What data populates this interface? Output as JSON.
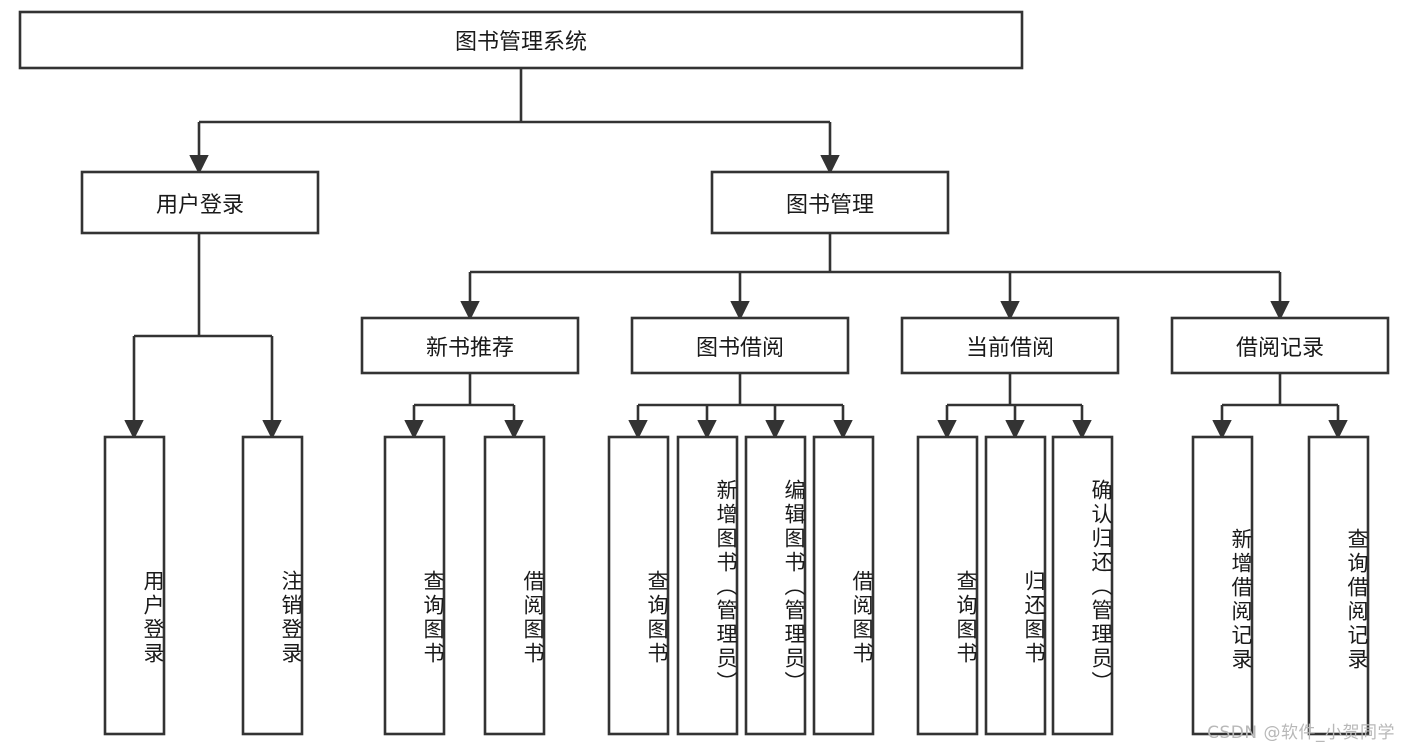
{
  "diagram": {
    "type": "tree-hierarchy",
    "orientation": "top-down",
    "root": {
      "id": "root",
      "label": "图书管理系统"
    },
    "level2": [
      {
        "id": "user-login",
        "label": "用户登录"
      },
      {
        "id": "book-management",
        "label": "图书管理"
      }
    ],
    "level3": [
      {
        "id": "new-book-recommend",
        "label": "新书推荐",
        "parent": "book-management"
      },
      {
        "id": "book-borrow",
        "label": "图书借阅",
        "parent": "book-management"
      },
      {
        "id": "current-borrow",
        "label": "当前借阅",
        "parent": "book-management"
      },
      {
        "id": "borrow-record",
        "label": "借阅记录",
        "parent": "book-management"
      }
    ],
    "leaves": {
      "user_login": [
        {
          "id": "leaf-user-login",
          "label": "用户登录"
        },
        {
          "id": "leaf-logout-login",
          "label": "注销登录"
        }
      ],
      "new_book_recommend": [
        {
          "id": "leaf-query-book-1",
          "label": "查询图书"
        },
        {
          "id": "leaf-borrow-book-1",
          "label": "借阅图书"
        }
      ],
      "book_borrow": [
        {
          "id": "leaf-query-book-2",
          "label": "查询图书"
        },
        {
          "id": "leaf-add-book",
          "label": "新增图书（管理员）"
        },
        {
          "id": "leaf-edit-book",
          "label": "编辑图书（管理员）"
        },
        {
          "id": "leaf-borrow-book-2",
          "label": "借阅图书"
        }
      ],
      "current_borrow": [
        {
          "id": "leaf-query-book-3",
          "label": "查询图书"
        },
        {
          "id": "leaf-return-book",
          "label": "归还图书"
        },
        {
          "id": "leaf-confirm-return",
          "label": "确认归还（管理员）"
        }
      ],
      "borrow_record": [
        {
          "id": "leaf-add-record",
          "label": "新增借阅记录"
        },
        {
          "id": "leaf-query-record",
          "label": "查询借阅记录"
        }
      ]
    }
  },
  "watermark": {
    "text": "CSDN @软件_小贺同学"
  },
  "colors": {
    "background": "#ffffff",
    "box_fill": "#ffffff",
    "box_stroke": "#333333",
    "text": "#1a1a1a",
    "watermark": "#b8b8b8"
  }
}
